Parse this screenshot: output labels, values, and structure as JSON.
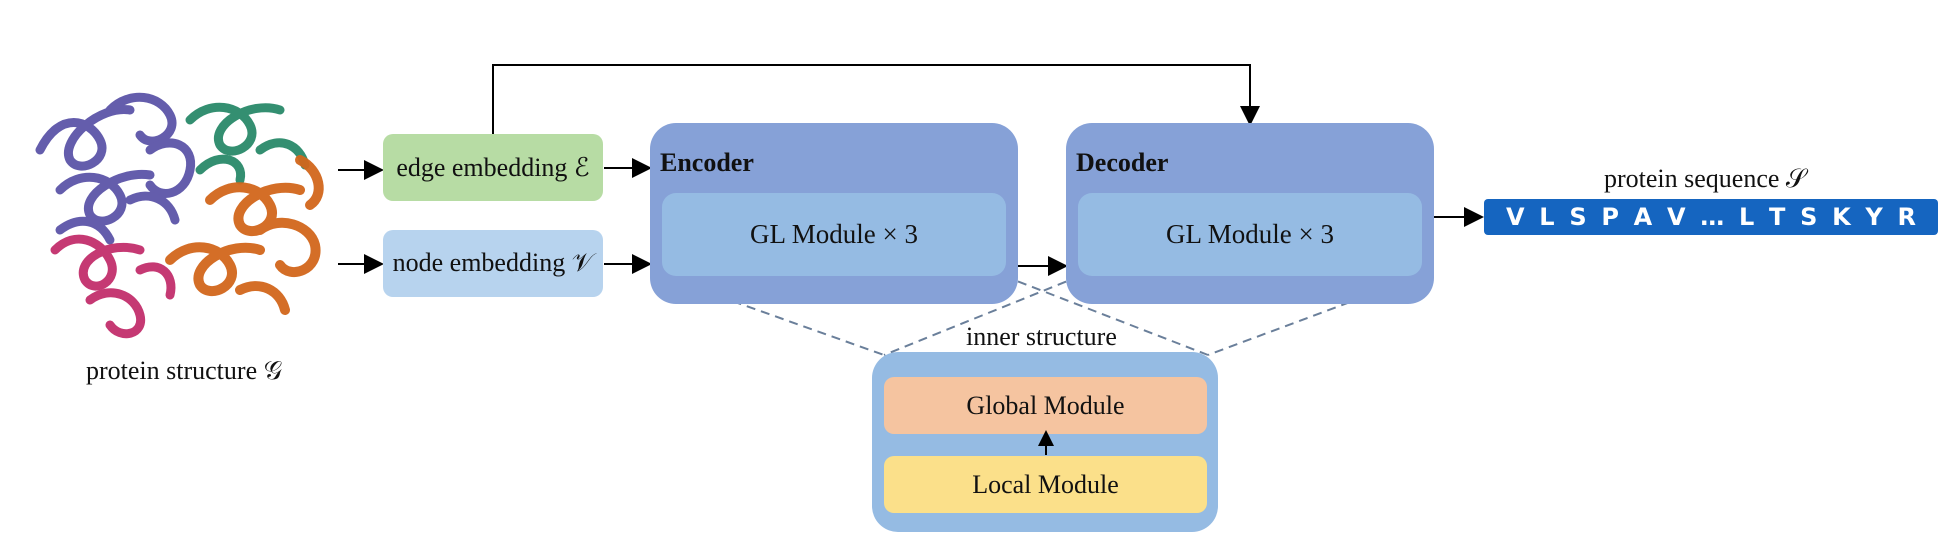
{
  "protein_structure": {
    "caption": "protein structure 𝒢"
  },
  "edge_embedding": {
    "label": "edge embedding ℰ"
  },
  "node_embedding": {
    "label": "node embedding 𝒱"
  },
  "encoder": {
    "title": "Encoder",
    "module_label": "GL Module × 3"
  },
  "decoder": {
    "title": "Decoder",
    "module_label": "GL Module × 3"
  },
  "inner_structure": {
    "title": "inner structure",
    "global_label": "Global Module",
    "local_label": "Local Module"
  },
  "protein_sequence": {
    "title": "protein sequence 𝒮",
    "letters": [
      "V",
      "L",
      "S",
      "P",
      "A",
      "V",
      "…",
      "L",
      "T",
      "S",
      "K",
      "Y",
      "R"
    ]
  },
  "colors": {
    "edge_embedding": "#b7dca4",
    "node_embedding": "#b7d3ee",
    "encoder_decoder_outer": "#86a1d7",
    "module_inner": "#95bbe3",
    "global_module": "#f5c4a0",
    "local_module": "#fbe08a",
    "sequence_bar": "#1565c0",
    "protein_chain_purple": "#6a64b0",
    "protein_chain_green": "#2a8a6a",
    "protein_chain_orange": "#d86a1a",
    "protein_chain_magenta": "#c0306a"
  }
}
